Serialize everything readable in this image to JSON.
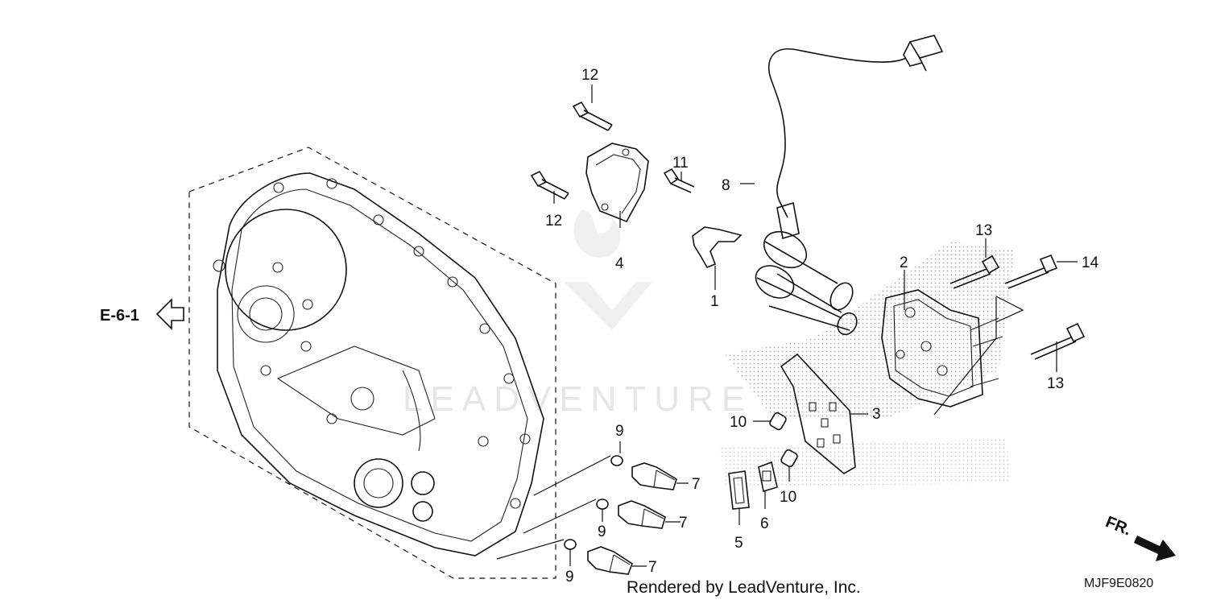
{
  "diagram": {
    "ref_label": "E-6-1",
    "direction_label": "FR.",
    "drawing_code": "MJF9E0820",
    "watermark_text": "LEADVENTURE",
    "footer": "Rendered by LeadVenture, Inc.",
    "callouts": {
      "p1": "1",
      "p2": "2",
      "p3": "3",
      "p4": "4",
      "p5": "5",
      "p6": "6",
      "p7a": "7",
      "p7b": "7",
      "p7c": "7",
      "p8": "8",
      "p9a": "9",
      "p9b": "9",
      "p9c": "9",
      "p10a": "10",
      "p10b": "10",
      "p11": "11",
      "p12a": "12",
      "p12b": "12",
      "p13a": "13",
      "p13b": "13",
      "p14": "14"
    }
  }
}
